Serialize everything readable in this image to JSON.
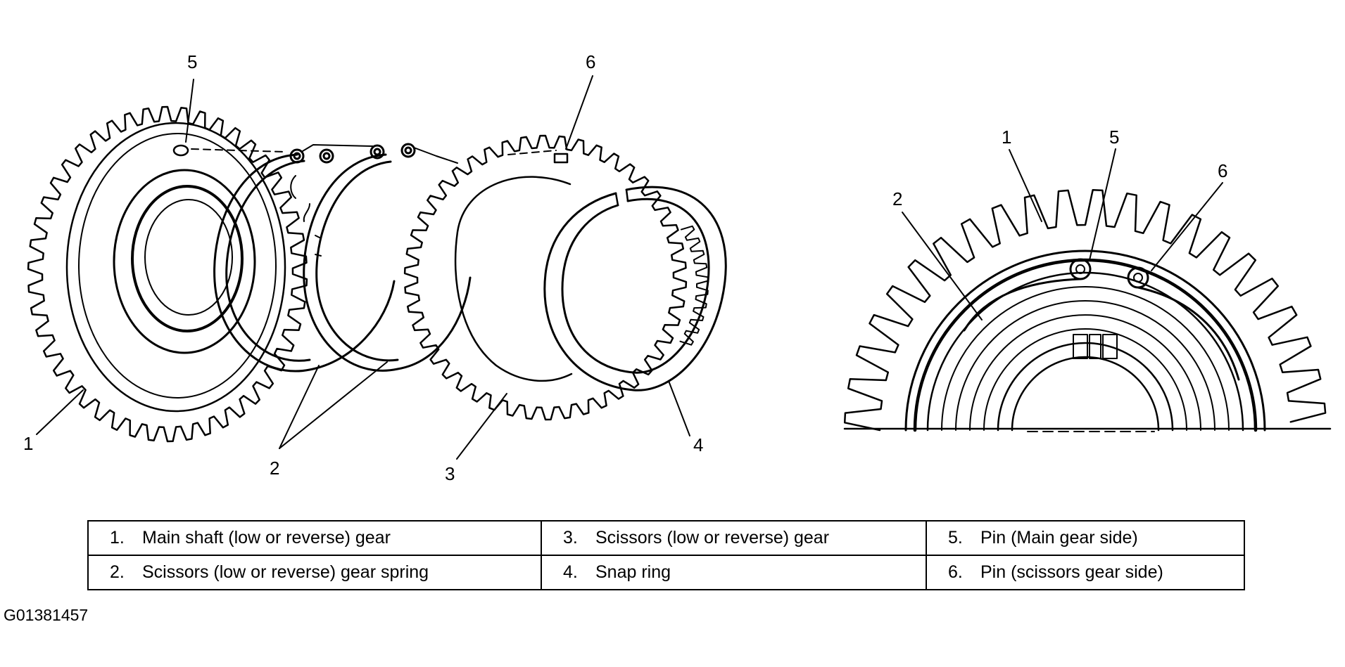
{
  "callouts": {
    "exploded": [
      "1",
      "2",
      "3",
      "4",
      "5",
      "6"
    ],
    "detail": [
      "1",
      "2",
      "5",
      "6"
    ]
  },
  "legend": {
    "rows": [
      [
        {
          "num": "1.",
          "text": "Main shaft (low or reverse) gear"
        },
        {
          "num": "3.",
          "text": "Scissors (low or reverse) gear"
        },
        {
          "num": "5.",
          "text": "Pin (Main gear side)"
        }
      ],
      [
        {
          "num": "2.",
          "text": "Scissors (low or reverse) gear spring"
        },
        {
          "num": "4.",
          "text": "Snap ring"
        },
        {
          "num": "6.",
          "text": "Pin (scissors gear side)"
        }
      ]
    ]
  },
  "figure_id": "G01381457"
}
